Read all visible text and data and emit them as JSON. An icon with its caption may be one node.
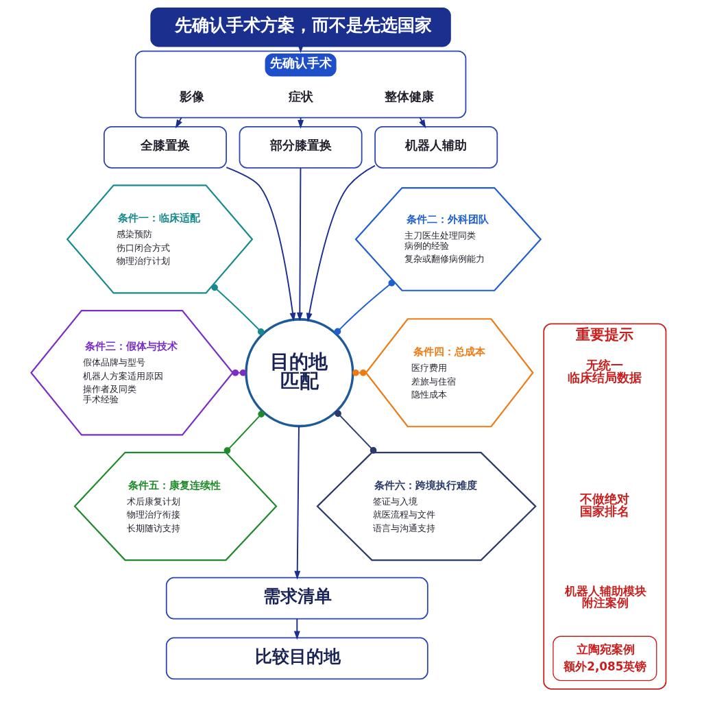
{
  "diagram": {
    "nodes": [
      {
        "text": [
          "先确认手术方案，而不是先选国家"
        ]
      },
      {
        "text": [
          "先确认手术"
        ]
      },
      {
        "text": [
          "影像"
        ],
        "in": 1
      },
      {
        "text": [
          "症状"
        ],
        "in": 1
      },
      {
        "text": [
          "整体健康"
        ],
        "in": 1
      },
      {
        "text": [
          "全膝置换"
        ]
      },
      {
        "text": [
          "部分膝置换"
        ]
      },
      {
        "text": [
          "机器人辅助"
        ]
      },
      {
        "text": [
          "条件一：临床适配",
          "感染预防",
          "伤口闭合方式",
          "物理治疗计划"
        ]
      },
      {
        "text": [
          "条件二：外科团队",
          "主刀医生处理同类病例的经验",
          "复杂或翻修病例能力"
        ]
      },
      {
        "text": [
          "条件三：假体与技术",
          "假体品牌与型号",
          "机器人方案适用原因",
          "操作者及同类手术经验"
        ]
      },
      {
        "text": [
          "目的地匹配"
        ]
      },
      {
        "text": [
          "条件四：总成本",
          "医疗费用",
          "差旅与住宿",
          "隐性成本"
        ]
      },
      {
        "text": [
          "条件五：康复连续性",
          "术后康复计划",
          "物理治疗衔接",
          "长期随访支持"
        ]
      },
      {
        "text": [
          "条件六：跨境执行难度",
          "签证与入境",
          "就医流程与文件",
          "语言与沟通支持"
        ]
      },
      {
        "text": [
          "需求清单"
        ]
      },
      {
        "text": [
          "比较目的地"
        ]
      },
      {
        "text": [
          "重要提示"
        ]
      },
      {
        "text": [
          "无统一临床结局数据"
        ],
        "in": 17
      },
      {
        "text": [
          "不做绝对国家排名"
        ],
        "in": 17
      },
      {
        "text": [
          "机器人辅助模块附注案例"
        ],
        "in": 17
      },
      {
        "text": [
          "立陶宛案例",
          "额外2,085英镑"
        ],
        "in": 17
      }
    ],
    "edges": [
      {
        "from": 0,
        "to": 1,
        "arrow": "to"
      },
      {
        "from": 1,
        "to": 5,
        "arrow": "to"
      },
      {
        "from": 1,
        "to": 6,
        "arrow": "to"
      },
      {
        "from": 1,
        "to": 7,
        "arrow": "to"
      },
      {
        "from": 5,
        "to": 11,
        "arrow": "to"
      },
      {
        "from": 6,
        "to": 11,
        "arrow": "to"
      },
      {
        "from": 7,
        "to": 11,
        "arrow": "to"
      },
      {
        "from": 8,
        "to": 11,
        "arrow": "other",
        "color": "#168a8c"
      },
      {
        "from": 9,
        "to": 11,
        "arrow": "other",
        "color": "#1f5fd0"
      },
      {
        "from": 10,
        "to": 11,
        "arrow": "other",
        "color": "#7a2ec8"
      },
      {
        "from": 11,
        "to": 12,
        "arrow": "other",
        "color": "#ee7a14"
      },
      {
        "from": 11,
        "to": 13,
        "arrow": "other",
        "color": "#1f8a2a"
      },
      {
        "from": 11,
        "to": 14,
        "arrow": "other",
        "color": "#2a3a6a"
      },
      {
        "from": 11,
        "to": 15,
        "arrow": "to"
      },
      {
        "from": 15,
        "to": 16,
        "arrow": "to"
      }
    ]
  }
}
